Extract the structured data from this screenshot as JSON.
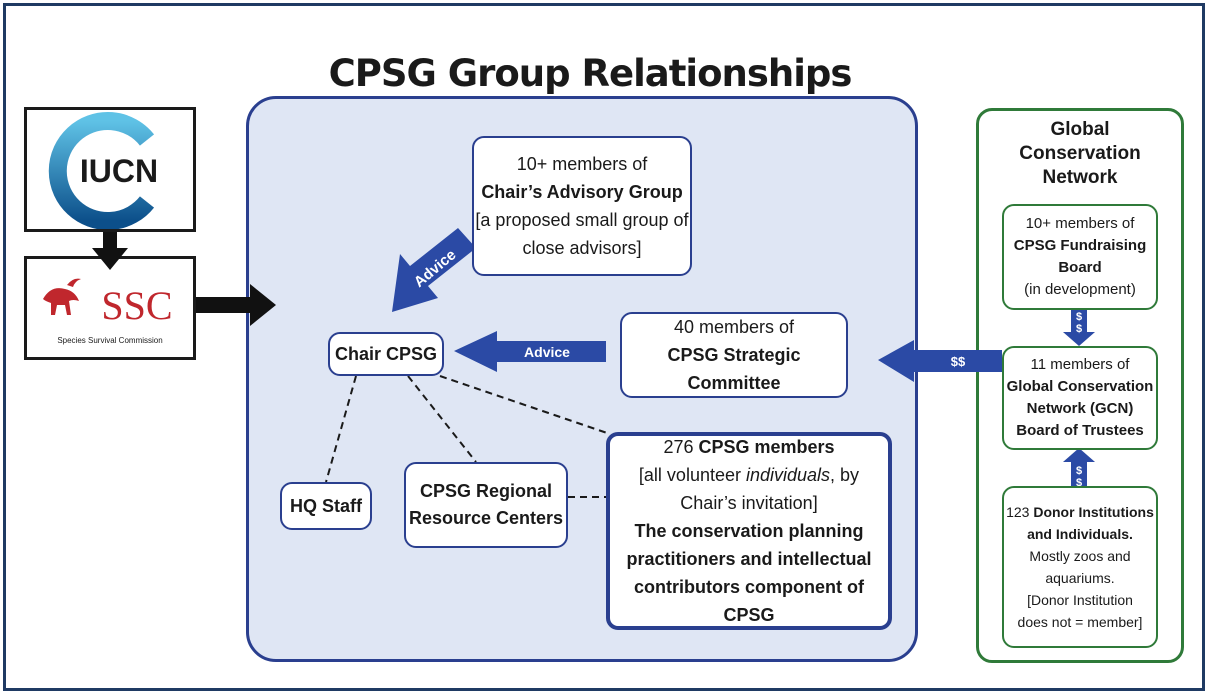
{
  "title": "CPSG Group Relationships",
  "logos": {
    "iucn": "IUCN",
    "ssc": "SSC",
    "ssc_caption": "Species Survival Commission"
  },
  "gcn": {
    "title_lines": [
      "Global",
      "Conservation",
      "Network"
    ],
    "fundraising": [
      "10+ members of",
      "CPSG Fundraising",
      "Board",
      "(in development)"
    ],
    "board": [
      "11 members of",
      "Global Conservation",
      "Network (GCN)",
      "Board of Trustees"
    ],
    "donors": [
      "123 ",
      "Donor Institutions",
      "and Individuals.",
      "Mostly zoos and",
      "aquariums.",
      "[Donor Institution",
      "does not = member]"
    ],
    "arrow_symbol": "$"
  },
  "advisory": {
    "line1": "10+ members of",
    "line2": "Chair’s Advisory Group",
    "line3": "[a proposed small group of",
    "line4": "close advisors]"
  },
  "chair": "Chair CPSG",
  "strategic": {
    "line1": "40 members of",
    "line2": "CPSG Strategic Committee"
  },
  "hq": "HQ Staff",
  "regional": {
    "line1": "CPSG Regional",
    "line2": "Resource Centers"
  },
  "members": {
    "count": "276 ",
    "label": "CPSG members",
    "line2": "[all volunteer ",
    "line2_em": "individuals",
    "line2_end": ", by",
    "line3": "Chair’s invitation]",
    "line4": "The conservation planning",
    "line5": "practitioners and intellectual",
    "line6": "contributors component of CPSG"
  },
  "arrows": {
    "advice_diag": "Advice",
    "advice_horiz": "Advice",
    "money": "$$"
  },
  "colors": {
    "navy": "#2a3f8f",
    "green": "#2f7a39",
    "panel": "#dfe6f4",
    "arrow": "#2b4aa5",
    "ssc_red": "#c0272d",
    "iucn_blue": "#1b8fc6"
  }
}
